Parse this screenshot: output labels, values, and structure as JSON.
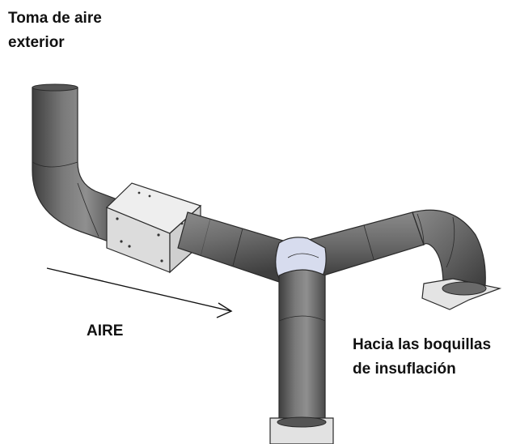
{
  "labels": {
    "intake": [
      "Toma de aire",
      "exterior"
    ],
    "air": "AIRE",
    "nozzles": [
      "Hacia las boquillas",
      "de insuflación"
    ]
  },
  "colors": {
    "duct": "#6b6b6b",
    "duct_dark": "#3f3f3f",
    "duct_light": "#9a9a9a",
    "box": "#e6e6e6",
    "tee_collar": "#d6dcef",
    "flange": "#e2e2e2",
    "text": "#111111"
  }
}
